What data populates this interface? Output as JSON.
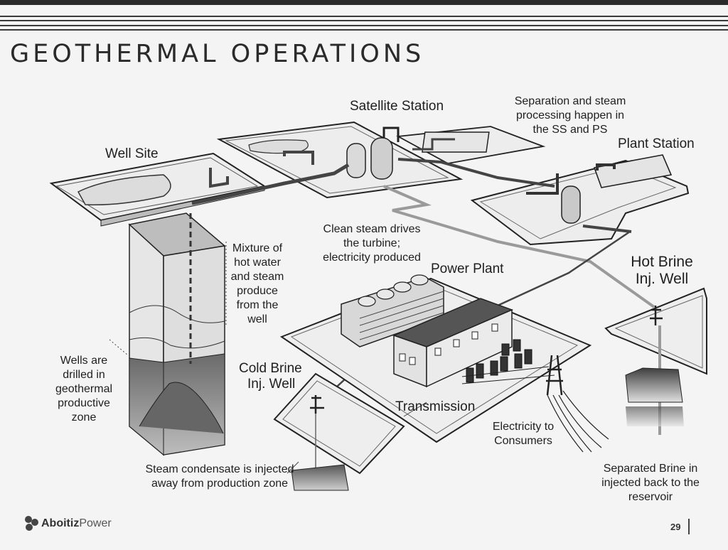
{
  "title": "GEOTHERMAL OPERATIONS",
  "labels": {
    "satellite_station": "Satellite Station",
    "separation_note": [
      "Separation and steam",
      "processing happen in",
      "the SS and PS"
    ],
    "plant_station": "Plant Station",
    "well_site": "Well Site",
    "clean_steam_note": [
      "Clean steam drives",
      "the turbine;",
      "electricity produced"
    ],
    "power_plant": "Power Plant",
    "mixture_note": [
      "Mixture of",
      "hot water",
      "and steam",
      "produce",
      "from the",
      "well"
    ],
    "hot_brine": [
      "Hot Brine",
      "Inj. Well"
    ],
    "wells_note": [
      "Wells are",
      "drilled in",
      "geothermal",
      "productive",
      "zone"
    ],
    "cold_brine": [
      "Cold Brine",
      "Inj. Well"
    ],
    "transmission": "Transmission",
    "electricity_note": [
      "Electricity to",
      "Consumers"
    ],
    "condensate_note": [
      "Steam condensate is injected",
      "away from production zone"
    ],
    "separated_brine_note": [
      "Separated Brine in",
      "injected back to the",
      "reservoir"
    ]
  },
  "footer": {
    "logo_part1": "Aboitiz",
    "logo_part2": "Power",
    "page_number": "29"
  }
}
